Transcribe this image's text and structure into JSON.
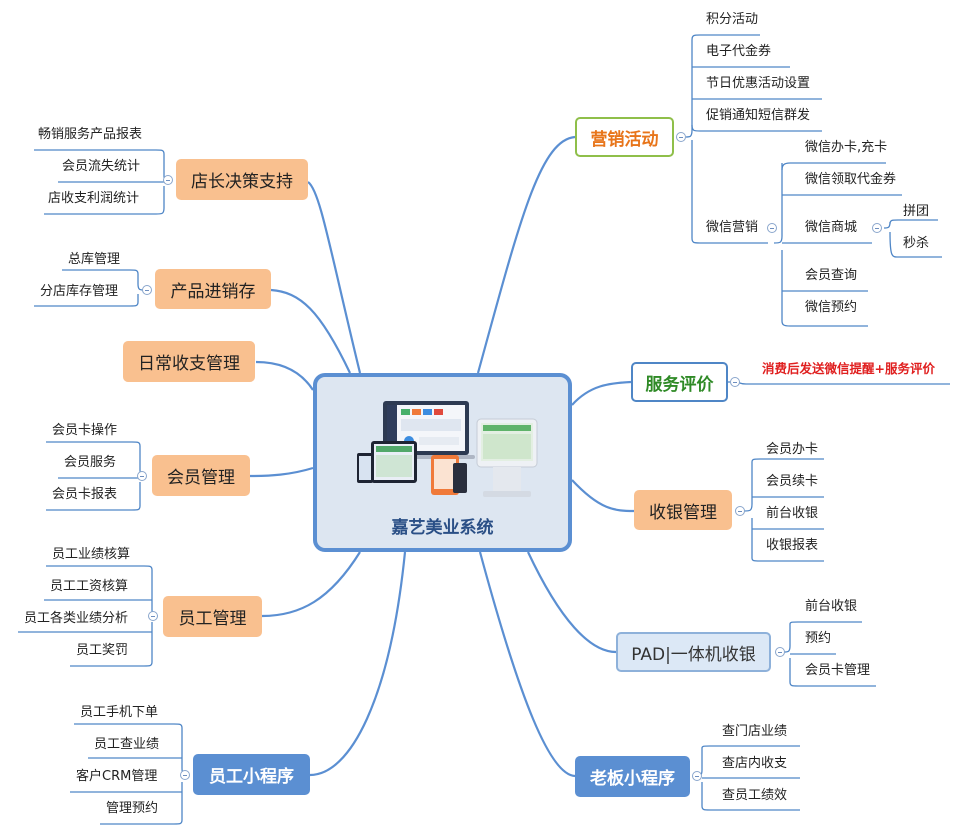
{
  "center": {
    "title": "嘉艺美业系统"
  },
  "branches": {
    "marketing": {
      "label": "营销活动",
      "items": [
        "积分活动",
        "电子代金券",
        "节日优惠活动设置",
        "促销通知短信群发",
        "微信营销"
      ],
      "wechat": [
        "微信办卡,充卡",
        "微信领取代金券",
        "微信商城",
        "会员查询",
        "微信预约"
      ],
      "mall": [
        "拼团",
        "秒杀"
      ]
    },
    "service": {
      "label": "服务评价",
      "items": [
        "消费后发送微信提醒+服务评价"
      ]
    },
    "cashier": {
      "label": "收银管理",
      "items": [
        "会员办卡",
        "会员续卡",
        "前台收银",
        "收银报表"
      ]
    },
    "pad": {
      "label": "PAD|一体机收银",
      "items": [
        "前台收银",
        "预约",
        "会员卡管理"
      ]
    },
    "boss": {
      "label": "老板小程序",
      "items": [
        "查门店业绩",
        "查店内收支",
        "查员工绩效"
      ]
    },
    "manager": {
      "label": "店长决策支持",
      "items": [
        "畅销服务产品报表",
        "会员流失统计",
        "店收支利润统计"
      ]
    },
    "inventory": {
      "label": "产品进销存",
      "items": [
        "总库管理",
        "分店库存管理"
      ]
    },
    "daily": {
      "label": "日常收支管理"
    },
    "member": {
      "label": "会员管理",
      "items": [
        "会员卡操作",
        "会员服务",
        "会员卡报表"
      ]
    },
    "staff": {
      "label": "员工管理",
      "items": [
        "员工业绩核算",
        "员工工资核算",
        "员工各类业绩分析",
        "员工奖罚"
      ]
    },
    "staffapp": {
      "label": "员工小程序",
      "items": [
        "员工手机下单",
        "员工查业绩",
        "客户CRM管理",
        "管理预约"
      ]
    }
  },
  "colors": {
    "orange_node": "#f9c08f",
    "blue_node": "#5b8fd2",
    "wire": "#5b8fd2",
    "leaf_line": "#4f86c6"
  }
}
